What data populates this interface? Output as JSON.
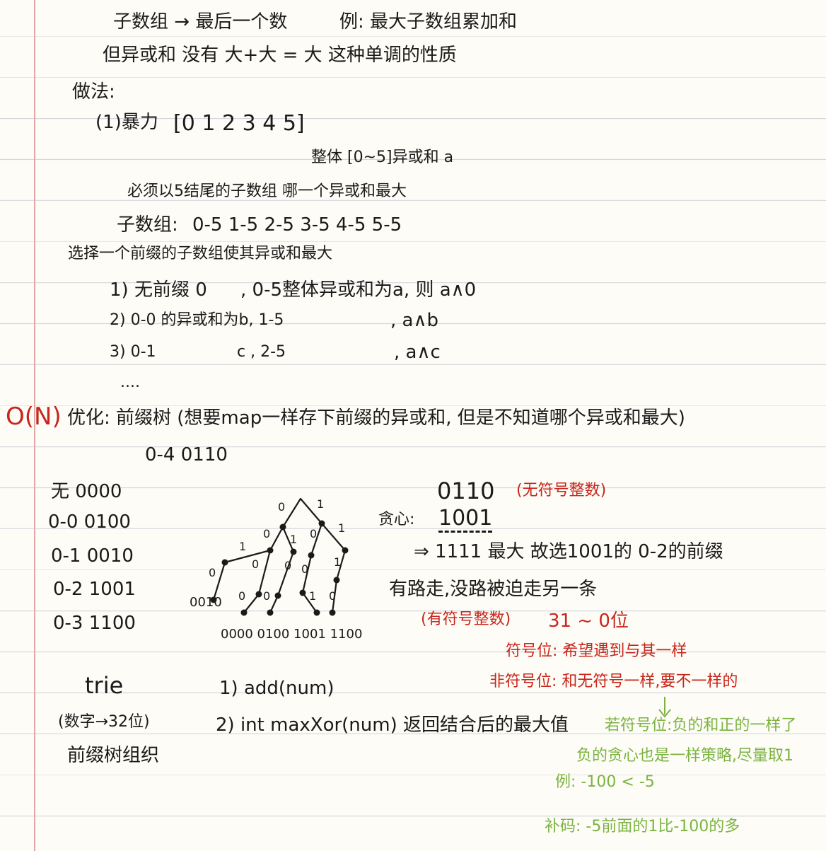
{
  "colors": {
    "ink": "#1a1a1a",
    "red": "#c8261c",
    "green": "#7cb342",
    "paper": "#fdfcf6",
    "rule": "#d4d7dc"
  },
  "lines": {
    "l1a": "子数组 → 最后一个数",
    "l1b": "例: 最大子数组累加和",
    "l2": "但异或和 没有 大+大 = 大 这种单调的性质",
    "l3": "做法:",
    "l4a": "(1)暴力",
    "l4b": "[0 1 2 3 4 5]",
    "l5": "整体 [0~5]异或和 a",
    "l6": "必须以5结尾的子数组 哪一个异或和最大",
    "l7a": "子数组:",
    "l7b": "0-5  1-5  2-5  3-5  4-5  5-5",
    "l8": "选择一个前缀的子数组使其异或和最大",
    "l9a": "1) 无前缀 0",
    "l9b": ", 0-5整体异或和为a, 则 a∧0",
    "l10a": "2) 0-0 的异或和为b, 1-5",
    "l10b": ", a∧b",
    "l11a": "3) 0-1",
    "l11b": "c , 2-5",
    "l11c": ", a∧c",
    "l12": "....",
    "mark": "O(N)",
    "l13": "优化: 前缀树 (想要map一样存下前缀的异或和, 但是不知道哪个异或和最大)",
    "l14": "0-4  0110",
    "t_none": "无 0000",
    "t_00": "0-0 0100",
    "t_01": "0-1 0010",
    "t_02": "0-2 1001",
    "t_03": "0-3 1100",
    "b_num": "0110",
    "b_unsigned": "(无符号整数)",
    "b_greedy": "贪心:",
    "b_greedy_val": "1001",
    "b_max": "⇒ 1111 最大  故选1001的 0-2的前缀",
    "b_path": "有路走,没路被迫走另一条",
    "b_signed": "(有符号整数)",
    "b_bits": "31 ~ 0位",
    "b_signbit": "符号位: 希望遇到与其一样",
    "b_nonsign": "非符号位: 和无符号一样,要不一样的",
    "trie_title": "trie",
    "trie_note": "(数字→32位)",
    "trie_org": "前缀树组织",
    "m_add": "1) add(num)",
    "m_max": "2) int maxXor(num) 返回结合后的最大值",
    "g1": "若符号位:负的和正的一样了",
    "g2": "负的贪心也是一样策略,尽量取1",
    "g3": "例: -100 < -5",
    "g4": "补码: -5前面的1比-100的多",
    "leaf_0010": "0010",
    "leaves": "0000 0100  1001 1100",
    "edge_0": "0",
    "edge_1": "1"
  }
}
